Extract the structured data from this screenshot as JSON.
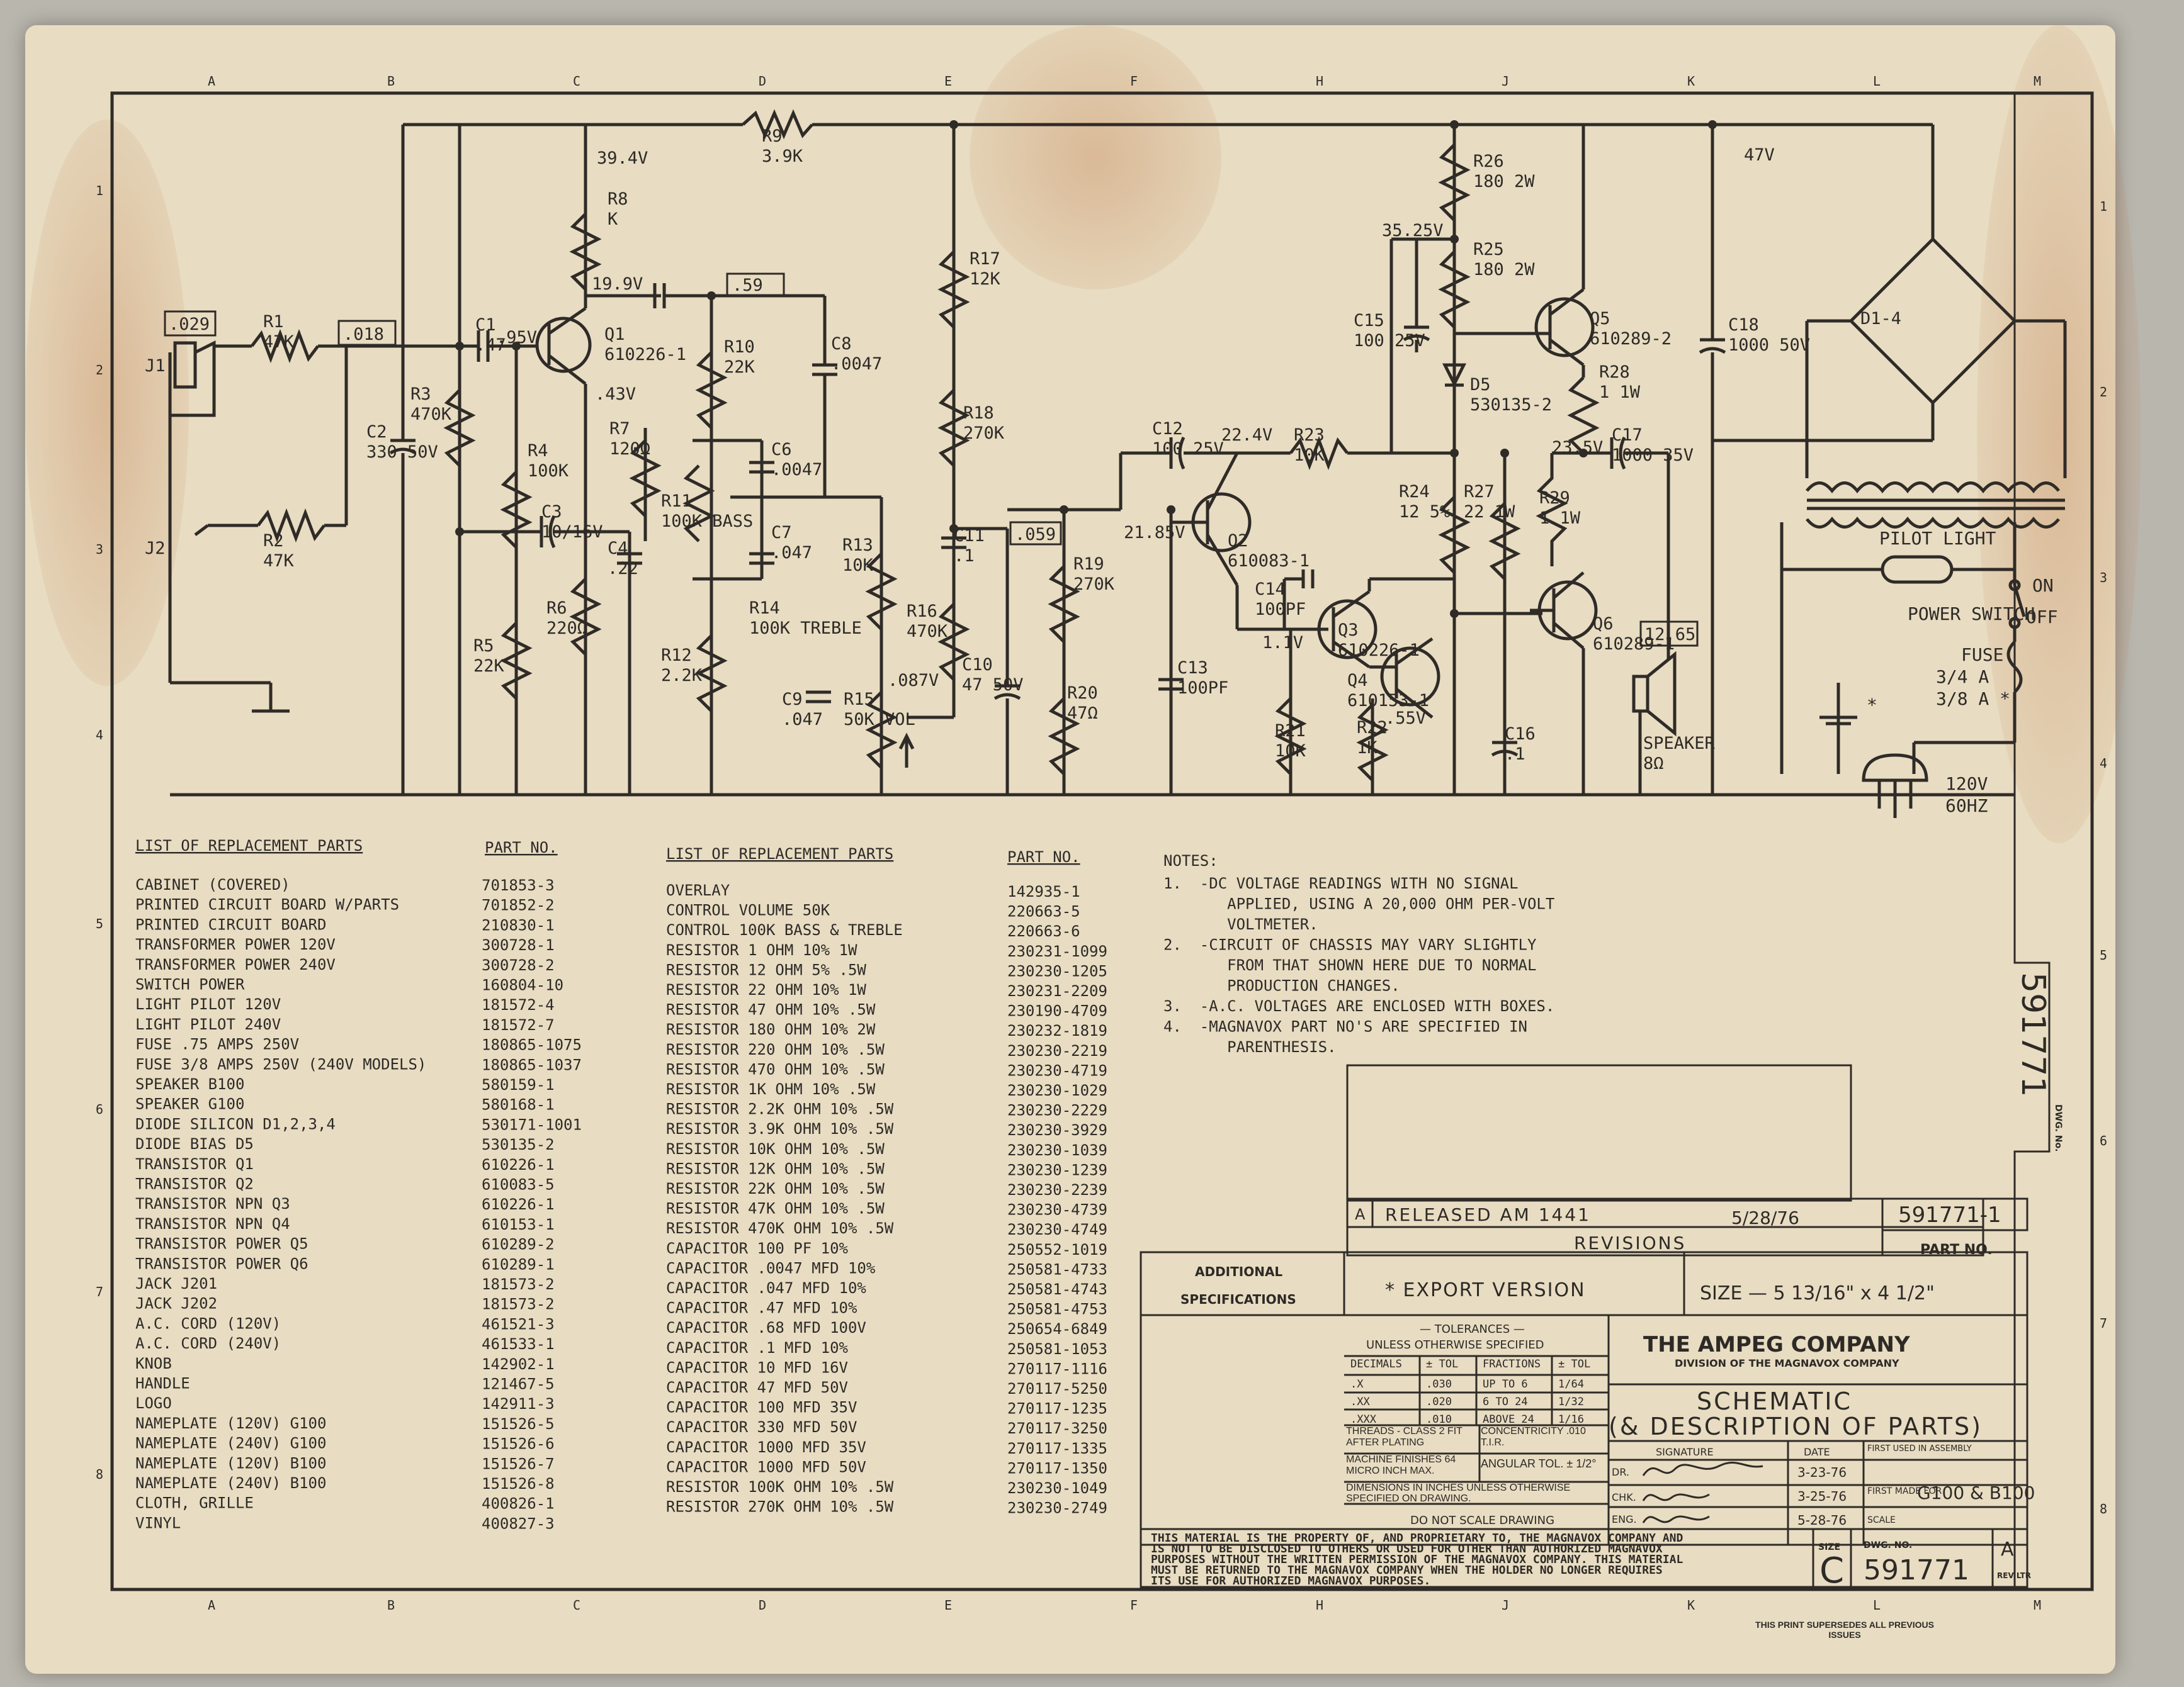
{
  "grid": {
    "columns": [
      "A",
      "B",
      "C",
      "D",
      "E",
      "F",
      "H",
      "J",
      "K",
      "L",
      "M"
    ],
    "rows": [
      "1",
      "2",
      "3",
      "4",
      "5",
      "6",
      "7",
      "8"
    ]
  },
  "schematic": {
    "voltages": [
      ".029",
      ".018",
      ".59",
      ".059",
      "12.65",
      "39.4V",
      "19.9V",
      ".95V",
      ".43V",
      "35.25V",
      "22.4V",
      "21.85V",
      "23.5V",
      "47V",
      "1.1V",
      ".55V",
      ".087V"
    ],
    "components": [
      {
        "ref": "J1",
        "value": ""
      },
      {
        "ref": "J2",
        "value": ""
      },
      {
        "ref": "R1",
        "value": "47K"
      },
      {
        "ref": "R2",
        "value": "47K"
      },
      {
        "ref": "C1",
        "value": ".47"
      },
      {
        "ref": "C2",
        "value": "330 50V"
      },
      {
        "ref": "R3",
        "value": "470K"
      },
      {
        "ref": "R4",
        "value": "100K"
      },
      {
        "ref": "C3",
        "value": "10/16V"
      },
      {
        "ref": "R5",
        "value": "22K"
      },
      {
        "ref": "R6",
        "value": "220Ω"
      },
      {
        "ref": "Q1",
        "value": "610226-1"
      },
      {
        "ref": "R8",
        "value": "K"
      },
      {
        "ref": "R7",
        "value": "120Ω"
      },
      {
        "ref": "C4",
        "value": ".22"
      },
      {
        "ref": "R9",
        "value": "3.9K"
      },
      {
        "ref": "R10",
        "value": "22K"
      },
      {
        "ref": "C8",
        "value": ".0047"
      },
      {
        "ref": "C6",
        "value": ".0047"
      },
      {
        "ref": "R11",
        "value": "100K BASS"
      },
      {
        "ref": "C7",
        "value": ".047"
      },
      {
        "ref": "R12",
        "value": "2.2K"
      },
      {
        "ref": "R14",
        "value": "100K TREBLE"
      },
      {
        "ref": "R13",
        "value": "10K"
      },
      {
        "ref": "C9",
        "value": ".047"
      },
      {
        "ref": "R15",
        "value": "50K VOL"
      },
      {
        "ref": "R16",
        "value": "470K"
      },
      {
        "ref": "R17",
        "value": "12K"
      },
      {
        "ref": "R18",
        "value": "270K"
      },
      {
        "ref": "C11",
        "value": ".1"
      },
      {
        "ref": "C10",
        "value": "47 50V"
      },
      {
        "ref": "R19",
        "value": "270K"
      },
      {
        "ref": "R20",
        "value": "47Ω"
      },
      {
        "ref": "C12",
        "value": "100 25V"
      },
      {
        "ref": "C13",
        "value": "100PF"
      },
      {
        "ref": "Q2",
        "value": "610083-1"
      },
      {
        "ref": "R23",
        "value": "10K"
      },
      {
        "ref": "C14",
        "value": "100PF"
      },
      {
        "ref": "Q3",
        "value": "610226-1"
      },
      {
        "ref": "Q4",
        "value": "610153-1"
      },
      {
        "ref": "R21",
        "value": "10K"
      },
      {
        "ref": "R22",
        "value": "1K"
      },
      {
        "ref": "R24",
        "value": "12 5%"
      },
      {
        "ref": "R27",
        "value": "22 1W"
      },
      {
        "ref": "C15",
        "value": "100 25V"
      },
      {
        "ref": "R26",
        "value": "180 2W"
      },
      {
        "ref": "R25",
        "value": "180 2W"
      },
      {
        "ref": "D5",
        "value": "530135-2"
      },
      {
        "ref": "Q5",
        "value": "610289-2"
      },
      {
        "ref": "R28",
        "value": "1 1W"
      },
      {
        "ref": "R29",
        "value": "1 1W"
      },
      {
        "ref": "Q6",
        "value": "610289-1"
      },
      {
        "ref": "C17",
        "value": "1000 35V"
      },
      {
        "ref": "C16",
        "value": ".1"
      },
      {
        "ref": "C18",
        "value": "1000 50V"
      },
      {
        "ref": "D1-4",
        "value": ""
      },
      {
        "ref": "SPEAKER",
        "value": "8Ω"
      }
    ],
    "power": {
      "pilot_light": "PILOT LIGHT",
      "power_switch": "POWER SWITCH",
      "on": "ON",
      "off": "OFF",
      "fuse": "FUSE",
      "fuse_a": "3/4 A",
      "fuse_b": "3/8 A *",
      "mains": "120V",
      "freq": "60HZ",
      "star": "*"
    }
  },
  "parts_list_left": {
    "header_desc": "LIST OF REPLACEMENT PARTS",
    "header_part": "PART NO.",
    "rows": [
      [
        "CABINET  (COVERED)",
        "701853-3"
      ],
      [
        "PRINTED CIRCUIT BOARD W/PARTS",
        "701852-2"
      ],
      [
        "PRINTED CIRCUIT BOARD",
        "210830-1"
      ],
      [
        "TRANSFORMER POWER 120V",
        "300728-1"
      ],
      [
        "TRANSFORMER POWER 240V",
        "300728-2"
      ],
      [
        "SWITCH POWER",
        "160804-10"
      ],
      [
        "LIGHT PILOT  120V",
        "181572-4"
      ],
      [
        "LIGHT PILOT  240V",
        "181572-7"
      ],
      [
        "FUSE .75 AMPS 250V",
        "180865-1075"
      ],
      [
        "FUSE 3/8 AMPS 250V (240V MODELS)",
        "180865-1037"
      ],
      [
        "SPEAKER  B100",
        "580159-1"
      ],
      [
        "SPEAKER  G100",
        "580168-1"
      ],
      [
        "DIODE SILICON D1,2,3,4",
        "530171-1001"
      ],
      [
        "DIODE BIAS    D5",
        "530135-2"
      ],
      [
        "TRANSISTOR  Q1",
        "610226-1"
      ],
      [
        "TRANSISTOR  Q2",
        "610083-5"
      ],
      [
        "TRANSISTOR NPN  Q3",
        "610226-1"
      ],
      [
        "TRANSISTOR NPN  Q4",
        "610153-1"
      ],
      [
        "TRANSISTOR POWER  Q5",
        "610289-2"
      ],
      [
        "TRANSISTOR POWER  Q6",
        "610289-1"
      ],
      [
        "JACK  J201",
        "181573-2"
      ],
      [
        "JACK  J202",
        "181573-2"
      ],
      [
        "A.C. CORD  (120V)",
        "461521-3"
      ],
      [
        "A.C. CORD  (240V)",
        "461533-1"
      ],
      [
        "KNOB",
        "142902-1"
      ],
      [
        "HANDLE",
        "121467-5"
      ],
      [
        "LOGO",
        "142911-3"
      ],
      [
        "NAMEPLATE  (120V) G100",
        "151526-5"
      ],
      [
        "NAMEPLATE  (240V) G100",
        "151526-6"
      ],
      [
        "NAMEPLATE  (120V) B100",
        "151526-7"
      ],
      [
        "NAMEPLATE  (240V) B100",
        "151526-8"
      ],
      [
        "CLOTH, GRILLE",
        "400826-1"
      ],
      [
        "VINYL",
        "400827-3"
      ]
    ]
  },
  "parts_list_right": {
    "header_desc": "LIST OF REPLACEMENT PARTS",
    "header_part": "PART NO.",
    "rows": [
      [
        "OVERLAY",
        "142935-1"
      ],
      [
        "CONTROL VOLUME 50K",
        "220663-5"
      ],
      [
        "CONTROL 100K BASS & TREBLE",
        "220663-6"
      ],
      [
        "RESISTOR 1 OHM 10% 1W",
        "230231-1099"
      ],
      [
        "RESISTOR 12 OHM 5% .5W",
        "230230-1205"
      ],
      [
        "RESISTOR 22 OHM 10% 1W",
        "230231-2209"
      ],
      [
        "RESISTOR 47 OHM 10% .5W",
        "230190-4709"
      ],
      [
        "RESISTOR 180 OHM 10% 2W",
        "230232-1819"
      ],
      [
        "RESISTOR 220 OHM 10% .5W",
        "230230-2219"
      ],
      [
        "RESISTOR 470 OHM 10% .5W",
        "230230-4719"
      ],
      [
        "RESISTOR 1K OHM 10% .5W",
        "230230-1029"
      ],
      [
        "RESISTOR 2.2K OHM 10% .5W",
        "230230-2229"
      ],
      [
        "RESISTOR 3.9K OHM 10% .5W",
        "230230-3929"
      ],
      [
        "RESISTOR 10K OHM 10% .5W",
        "230230-1039"
      ],
      [
        "RESISTOR 12K OHM 10% .5W",
        "230230-1239"
      ],
      [
        "RESISTOR 22K OHM 10% .5W",
        "230230-2239"
      ],
      [
        "RESISTOR 47K OHM 10% .5W",
        "230230-4739"
      ],
      [
        "RESISTOR 470K OHM 10% .5W",
        "230230-4749"
      ],
      [
        "CAPACITOR 100 PF 10%",
        "250552-1019"
      ],
      [
        "CAPACITOR .0047 MFD 10%",
        "250581-4733"
      ],
      [
        "CAPACITOR .047 MFD 10%",
        "250581-4743"
      ],
      [
        "CAPACITOR .47 MFD 10%",
        "250581-4753"
      ],
      [
        "CAPACITOR .68 MFD 100V",
        "250654-6849"
      ],
      [
        "CAPACITOR .1 MFD 10%",
        "250581-1053"
      ],
      [
        "CAPACITOR 10 MFD 16V",
        "270117-1116"
      ],
      [
        "CAPACITOR 47 MFD 50V",
        "270117-5250"
      ],
      [
        "CAPACITOR 100 MFD 35V",
        "270117-1235"
      ],
      [
        "CAPACITOR 330 MFD 50V",
        "270117-3250"
      ],
      [
        "CAPACITOR 1000 MFD 35V",
        "270117-1335"
      ],
      [
        "CAPACITOR 1000 MFD 50V",
        "270117-1350"
      ],
      [
        "RESISTOR 100K OHM 10% .5W",
        "230230-1049"
      ],
      [
        "RESISTOR 270K OHM 10% .5W",
        "230230-2749"
      ]
    ]
  },
  "notes": {
    "title": "NOTES:",
    "lines": [
      "1.  -DC VOLTAGE READINGS WITH NO SIGNAL",
      "       APPLIED, USING A 20,000 OHM PER-VOLT",
      "       VOLTMETER.",
      "2.  -CIRCUIT OF CHASSIS MAY VARY SLIGHTLY",
      "       FROM THAT SHOWN HERE DUE TO NORMAL",
      "       PRODUCTION CHANGES.",
      "3.  -A.C. VOLTAGES ARE ENCLOSED WITH BOXES.",
      "4.  -MAGNAVOX PART NO'S ARE SPECIFIED IN",
      "       PARENTHESIS."
    ]
  },
  "title_block": {
    "rev_letter": "A",
    "rev_text": "RELEASED  AM 1441",
    "rev_date": "5/28/76",
    "revisions": "REVISIONS",
    "part_no_value": "591771-1",
    "part_no_label": "PART NO.",
    "additional_label": "ADDITIONAL",
    "specs_label": "SPECIFICATIONS",
    "export": "*  EXPORT VERSION",
    "size_spec": "SIZE — 5 13/16\" x 4 1/2\"",
    "tolerances_title": "— TOLERANCES —",
    "tolerances_sub": "UNLESS OTHERWISE SPECIFIED",
    "tol_headers": [
      "DECIMALS",
      "± TOL",
      "FRACTIONS",
      "± TOL"
    ],
    "tol_rows": [
      [
        ".X",
        ".030",
        "UP TO 6",
        "1/64"
      ],
      [
        ".XX",
        ".020",
        "6 TO 24",
        "1/32"
      ],
      [
        ".XXX",
        ".010",
        "ABOVE 24",
        "1/16"
      ]
    ],
    "threads": "THREADS - CLASS 2 FIT AFTER PLATING",
    "concentricity": "CONCENTRICITY .010 T.I.R.",
    "machine_finishes": "MACHINE FINISHES 64 MICRO INCH MAX.",
    "angular": "ANGULAR TOL. ± 1/2°",
    "dimensions": "DIMENSIONS IN INCHES UNLESS OTHERWISE SPECIFIED ON DRAWING.",
    "do_not_scale": "DO NOT SCALE DRAWING",
    "company": "THE AMPEG COMPANY",
    "division": "DIVISION OF THE MAGNAVOX COMPANY",
    "title_line1": "SCHEMATIC",
    "title_line2": "(& DESCRIPTION OF PARTS)",
    "signature_label": "SIGNATURE",
    "date_label": "DATE",
    "first_used_label": "FIRST USED IN ASSEMBLY",
    "dr_label": "DR.",
    "chk_label": "CHK.",
    "eng_label": "ENG.",
    "dr_date": "3-23-76",
    "chk_date": "3-25-76",
    "eng_date": "5-28-76",
    "first_made_label": "FIRST MADE FOR",
    "first_made_value": "G100 & B100",
    "scale_label": "SCALE",
    "proprietary": [
      "THIS MATERIAL IS THE PROPERTY OF, AND PROPRIETARY TO, THE MAGNAVOX COMPANY AND",
      "IS NOT TO BE DISCLOSED TO OTHERS OR USED FOR OTHER THAN AUTHORIZED MAGNAVOX",
      "PURPOSES WITHOUT THE WRITTEN PERMISSION OF THE MAGNAVOX COMPANY. THIS MATERIAL",
      "MUST BE RETURNED TO THE MAGNAVOX COMPANY WHEN THE HOLDER NO LONGER REQUIRES",
      "ITS USE FOR AUTHORIZED MAGNAVOX PURPOSES."
    ],
    "size_label": "SIZE",
    "size_value": "C",
    "dwg_no_label": "DWG. NO.",
    "dwg_no_value": "591771",
    "rev_ltr_label": "REV LTR",
    "rev_ltr_value": "A",
    "supersedes": "THIS PRINT SUPERSEDES ALL PREVIOUS ISSUES",
    "side_dwg_no": "591771",
    "side_dwg_label": "DWG. No."
  }
}
